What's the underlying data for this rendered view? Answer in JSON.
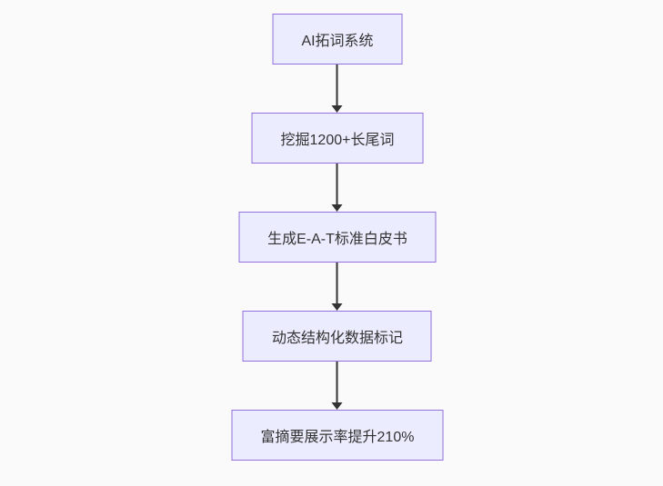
{
  "diagram": {
    "type": "flowchart",
    "direction": "top-down",
    "colors": {
      "background": "#fafafa",
      "node_fill": "#ECECFF",
      "node_border": "#9370DB",
      "node_text": "#333333",
      "arrow": "#333333"
    },
    "nodes": [
      {
        "label": "AI拓词系统"
      },
      {
        "label": "挖掘1200+长尾词"
      },
      {
        "label": "生成E-A-T标准白皮书"
      },
      {
        "label": "动态结构化数据标记"
      },
      {
        "label": "富摘要展示率提升210%"
      }
    ],
    "edges": [
      {
        "from": 0,
        "to": 1,
        "style": "arrow-down"
      },
      {
        "from": 1,
        "to": 2,
        "style": "arrow-down"
      },
      {
        "from": 2,
        "to": 3,
        "style": "arrow-down"
      },
      {
        "from": 3,
        "to": 4,
        "style": "arrow-down"
      }
    ]
  }
}
